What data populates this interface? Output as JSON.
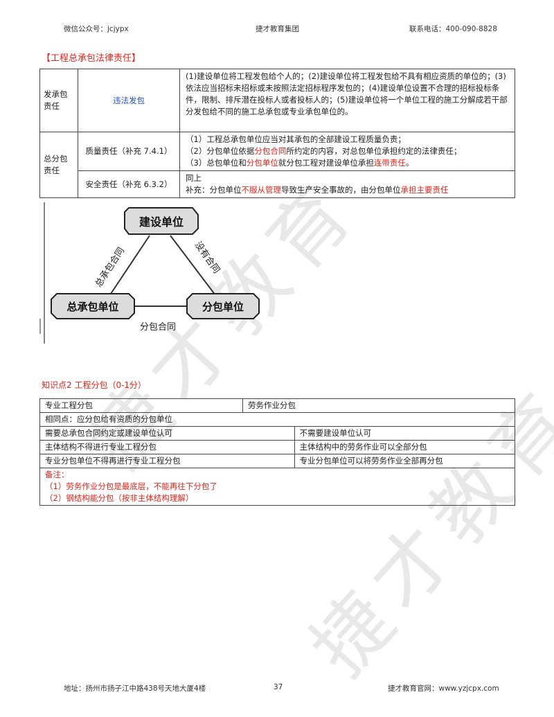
{
  "header": {
    "left": "微信公众号：jcjypx",
    "center": "捷才教育集团",
    "right": "联系电话：400-090-8828"
  },
  "section1": {
    "title": "【工程总承包法律责任】",
    "row1": {
      "label": "发承包责任",
      "sub": "违法发包",
      "content": "(1)建设单位将工程发包给个人的；(2)建设单位将工程发包给不具有相应资质的单位的；(3)依法应当招标未招标或未按照法定招标程序发包的；(4)建设单位设置不合理的招标投标条件，限制、排斥潜在投标人或者投标人的；(5)建设单位将一个单位工程的施工分解成若干部分发包给不同的施工总承包或专业承包单位的。"
    },
    "row2": {
      "label": "总分包责任",
      "quality_label": "质量责任（补充 7.4.1）",
      "q1": "（1）工程总承包单位应当对其承包的全部建设工程质量负责；",
      "q2_pre": "（2）分包单位依据",
      "q2_red": "分包合同",
      "q2_post": "所约定的内容，对总包单位承担约定的法律责任；",
      "q3_pre": "（3）总包单位和",
      "q3_red1": "分包单位",
      "q3_mid": "就分包工程对建设单位承担",
      "q3_red2": "连带责任",
      "q3_post": "。",
      "safety_label": "安全责任（补充 6.3.2）",
      "s1": "同上",
      "s2_pre": "补充：分包单位",
      "s2_red1": "不服从管理",
      "s2_mid": "导致生产安全事故的，由分包单位",
      "s2_red2": "承担主要责任"
    }
  },
  "diagram": {
    "top": "建设单位",
    "left": "总承包单位",
    "right": "分包单位",
    "edge_left": "总承包合同",
    "edge_right": "没有合同",
    "edge_bottom": "分包合同"
  },
  "section2": {
    "title": "知识点2 工程分包（0-1分）",
    "h1": "专业工程分包",
    "h2": "劳务作业分包",
    "same": "相同点：应分包给有资质的分包单位",
    "r1a": "需要总承包合同约定或建设单位认可",
    "r1b": "不需要建设单位认可",
    "r2a": "主体结构不得进行专业工程分包",
    "r2b": "主体结构中的劳务作业可以全部分包",
    "r3a": "专业分包单位不得再进行专业工程分包",
    "r3b": "专业分包单位可以将劳务作业全部再分包",
    "note_title": "备注：",
    "note1": "（1）劳务作业分包是最底层，不能再往下分包了",
    "note2": "（2）钢结构能分包（按非主体结构理解）"
  },
  "footer": {
    "address": "地址：扬州市扬子江中路438号天地大厦4楼",
    "page": "37",
    "site": "捷才教育官网：www.yzjcpx.com"
  },
  "watermark": "捷才教育"
}
